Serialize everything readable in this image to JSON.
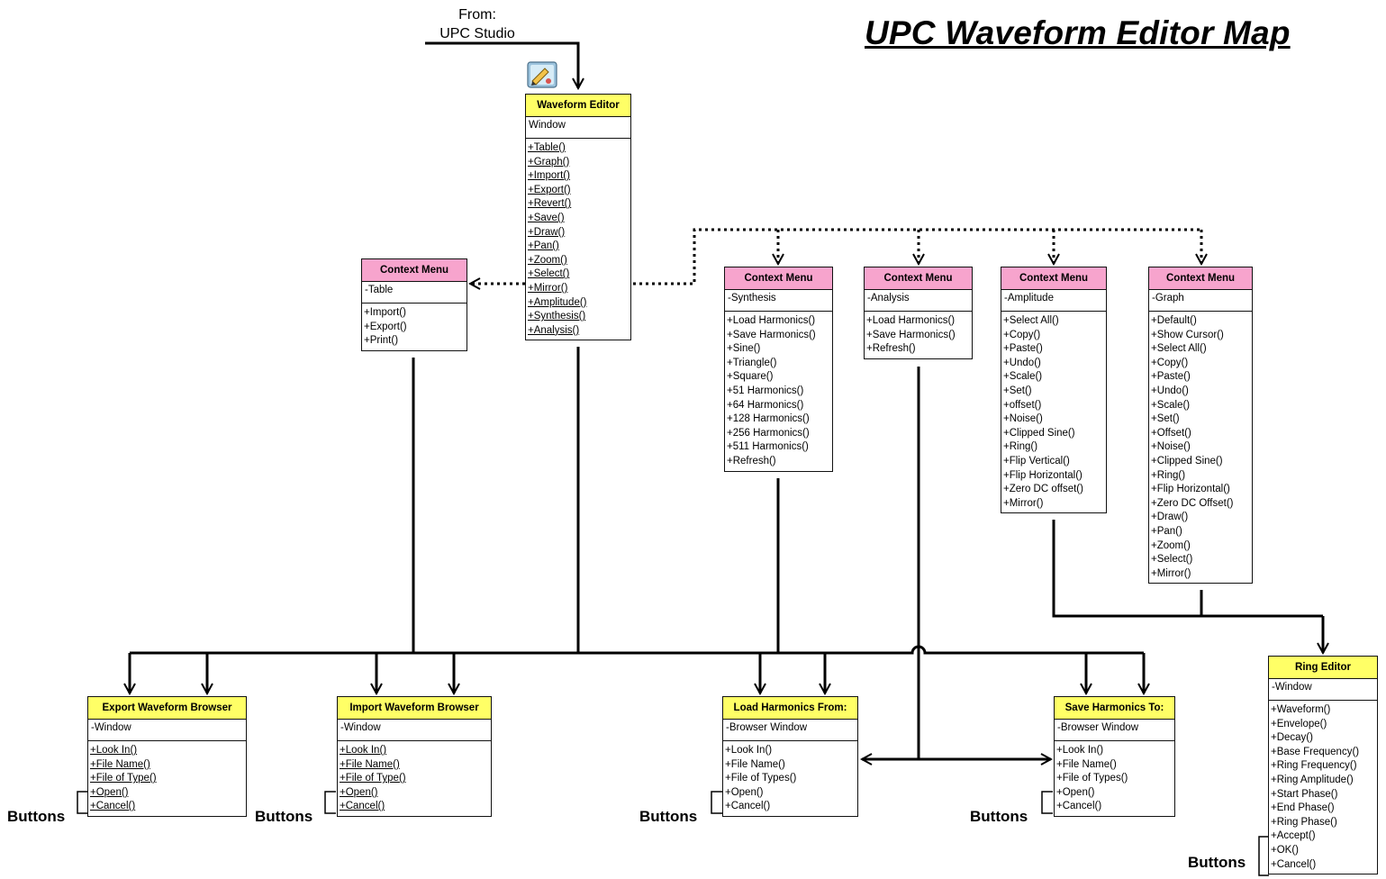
{
  "title": "UPC Waveform Editor Map",
  "from": {
    "label": "From:",
    "source": "UPC Studio"
  },
  "buttons_label": "Buttons",
  "boxes": {
    "waveform_editor": {
      "name": "Waveform Editor",
      "attr": "Window",
      "ops": [
        "+Table()",
        "+Graph()",
        "+Import()",
        "+Export()",
        "+Revert()",
        "+Save()",
        "+Draw()",
        "+Pan()",
        "+Zoom()",
        "+Select()",
        "+Mirror()",
        "+Amplitude()",
        "+Synthesis()",
        "+Analysis()"
      ]
    },
    "ctx_table": {
      "name": "Context Menu",
      "attr": "-Table",
      "ops": [
        "+Import()",
        "+Export()",
        "+Print()"
      ]
    },
    "ctx_synthesis": {
      "name": "Context Menu",
      "attr": "-Synthesis",
      "ops": [
        "+Load Harmonics()",
        "+Save Harmonics()",
        "+Sine()",
        "+Triangle()",
        "+Square()",
        "+51 Harmonics()",
        "+64 Harmonics()",
        "+128 Harmonics()",
        "+256 Harmonics()",
        "+511 Harmonics()",
        "+Refresh()"
      ]
    },
    "ctx_analysis": {
      "name": "Context Menu",
      "attr": "-Analysis",
      "ops": [
        "+Load Harmonics()",
        "+Save Harmonics()",
        "+Refresh()"
      ]
    },
    "ctx_amplitude": {
      "name": "Context Menu",
      "attr": "-Amplitude",
      "ops": [
        "+Select All()",
        "+Copy()",
        "+Paste()",
        "+Undo()",
        "+Scale()",
        "+Set()",
        "+offset()",
        "+Noise()",
        "+Clipped Sine()",
        "+Ring()",
        "+Flip Vertical()",
        "+Flip Horizontal()",
        "+Zero DC offset()",
        "+Mirror()"
      ]
    },
    "ctx_graph": {
      "name": "Context Menu",
      "attr": "-Graph",
      "ops": [
        "+Default()",
        "+Show Cursor()",
        "+Select All()",
        "+Copy()",
        "+Paste()",
        "+Undo()",
        "+Scale()",
        "+Set()",
        "+Offset()",
        "+Noise()",
        "+Clipped Sine()",
        "+Ring()",
        "+Flip Horizontal()",
        "+Zero DC Offset()",
        "+Draw()",
        "+Pan()",
        "+Zoom()",
        "+Select()",
        "+Mirror()"
      ]
    },
    "export_browser": {
      "name": "Export  Waveform Browser",
      "attr": "-Window",
      "ops": [
        "+Look In()",
        "+File Name()",
        "+File of Type()",
        "+Open()",
        "+Cancel()"
      ]
    },
    "import_browser": {
      "name": "Import Waveform Browser",
      "attr": "-Window",
      "ops": [
        "+Look In()",
        "+File Name()",
        "+File of Type()",
        "+Open()",
        "+Cancel()"
      ]
    },
    "load_harmonics": {
      "name": "Load Harmonics From:",
      "attr": "-Browser Window",
      "ops": [
        "+Look In()",
        "+File Name()",
        "+File of Types()",
        "+Open()",
        "+Cancel()"
      ]
    },
    "save_harmonics": {
      "name": "Save Harmonics To:",
      "attr": "-Browser Window",
      "ops": [
        "+Look In()",
        "+File Name()",
        "+File of Types()",
        "+Open()",
        "+Cancel()"
      ]
    },
    "ring_editor": {
      "name": "Ring Editor",
      "attr": "-Window",
      "ops": [
        "+Waveform()",
        "+Envelope()",
        "+Decay()",
        "+Base Frequency()",
        "+Ring Frequency()",
        "+Ring Amplitude()",
        "+Start Phase()",
        "+End Phase()",
        "+Ring Phase()",
        "+Accept()",
        "+OK()",
        "+Cancel()"
      ]
    }
  },
  "colors": {
    "class_header": "#ffff66",
    "context_header": "#f7a4cd",
    "line": "#000000"
  }
}
